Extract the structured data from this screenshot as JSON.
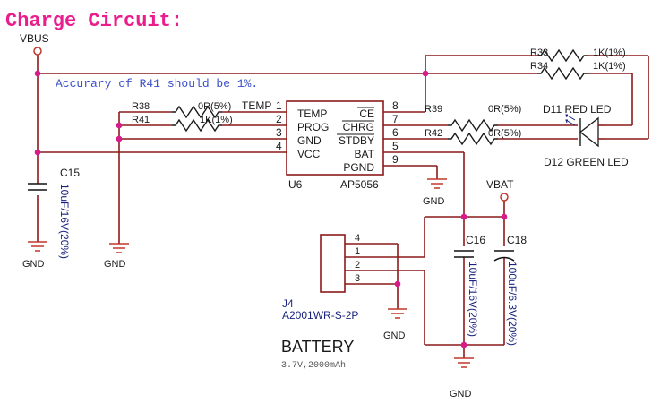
{
  "title": "Charge Circuit:",
  "colors": {
    "title": "#e91e8c",
    "wire": "#8b1a1a",
    "junction": "#d81b8a",
    "note": "#3a4fc9",
    "label_blue": "#1a237e",
    "temp": "#e53935"
  },
  "note": "Accurary of R41 should be 1%.",
  "power": {
    "vbus": "VBUS",
    "vbat": "VBAT"
  },
  "ic": {
    "ref": "U6",
    "part": "AP5056",
    "left_pins": [
      {
        "num": "1",
        "name": "TEMP"
      },
      {
        "num": "2",
        "name": "PROG"
      },
      {
        "num": "3",
        "name": "GND"
      },
      {
        "num": "4",
        "name": "VCC"
      }
    ],
    "right_pins": [
      {
        "num": "8",
        "name": "CE"
      },
      {
        "num": "7",
        "name": "CHRG"
      },
      {
        "num": "6",
        "name": "STDBY"
      },
      {
        "num": "5",
        "name": "BAT"
      },
      {
        "num": "9",
        "name": "PGND"
      }
    ]
  },
  "net_temp": "TEMP",
  "resistors": {
    "r38": {
      "ref": "R38",
      "value": "0R(5%)"
    },
    "r41": {
      "ref": "R41",
      "value": "1K(1%)"
    },
    "r39": {
      "ref": "R39",
      "value": "0R(5%)"
    },
    "r42": {
      "ref": "R42",
      "value": "0R(5%)"
    },
    "r33": {
      "ref": "R33",
      "value": "1K(1%)"
    },
    "r34": {
      "ref": "R34",
      "value": "1K(1%)"
    }
  },
  "leds": {
    "red": "D11 RED LED",
    "green": "D12 GREEN LED"
  },
  "capacitors": {
    "c15": {
      "ref": "C15",
      "value": "10uF/16V(20%)"
    },
    "c16": {
      "ref": "C16",
      "value": "10uF/16V(20%)"
    },
    "c18": {
      "ref": "C18",
      "value": "100uF/6.3V(20%)"
    }
  },
  "connector": {
    "ref": "J4",
    "part": "A2001WR-S-2P",
    "pins": [
      "4",
      "1",
      "2",
      "3"
    ]
  },
  "gnd_label": "GND",
  "battery": {
    "label": "BATTERY",
    "spec": "3.7V,2000mAh"
  }
}
